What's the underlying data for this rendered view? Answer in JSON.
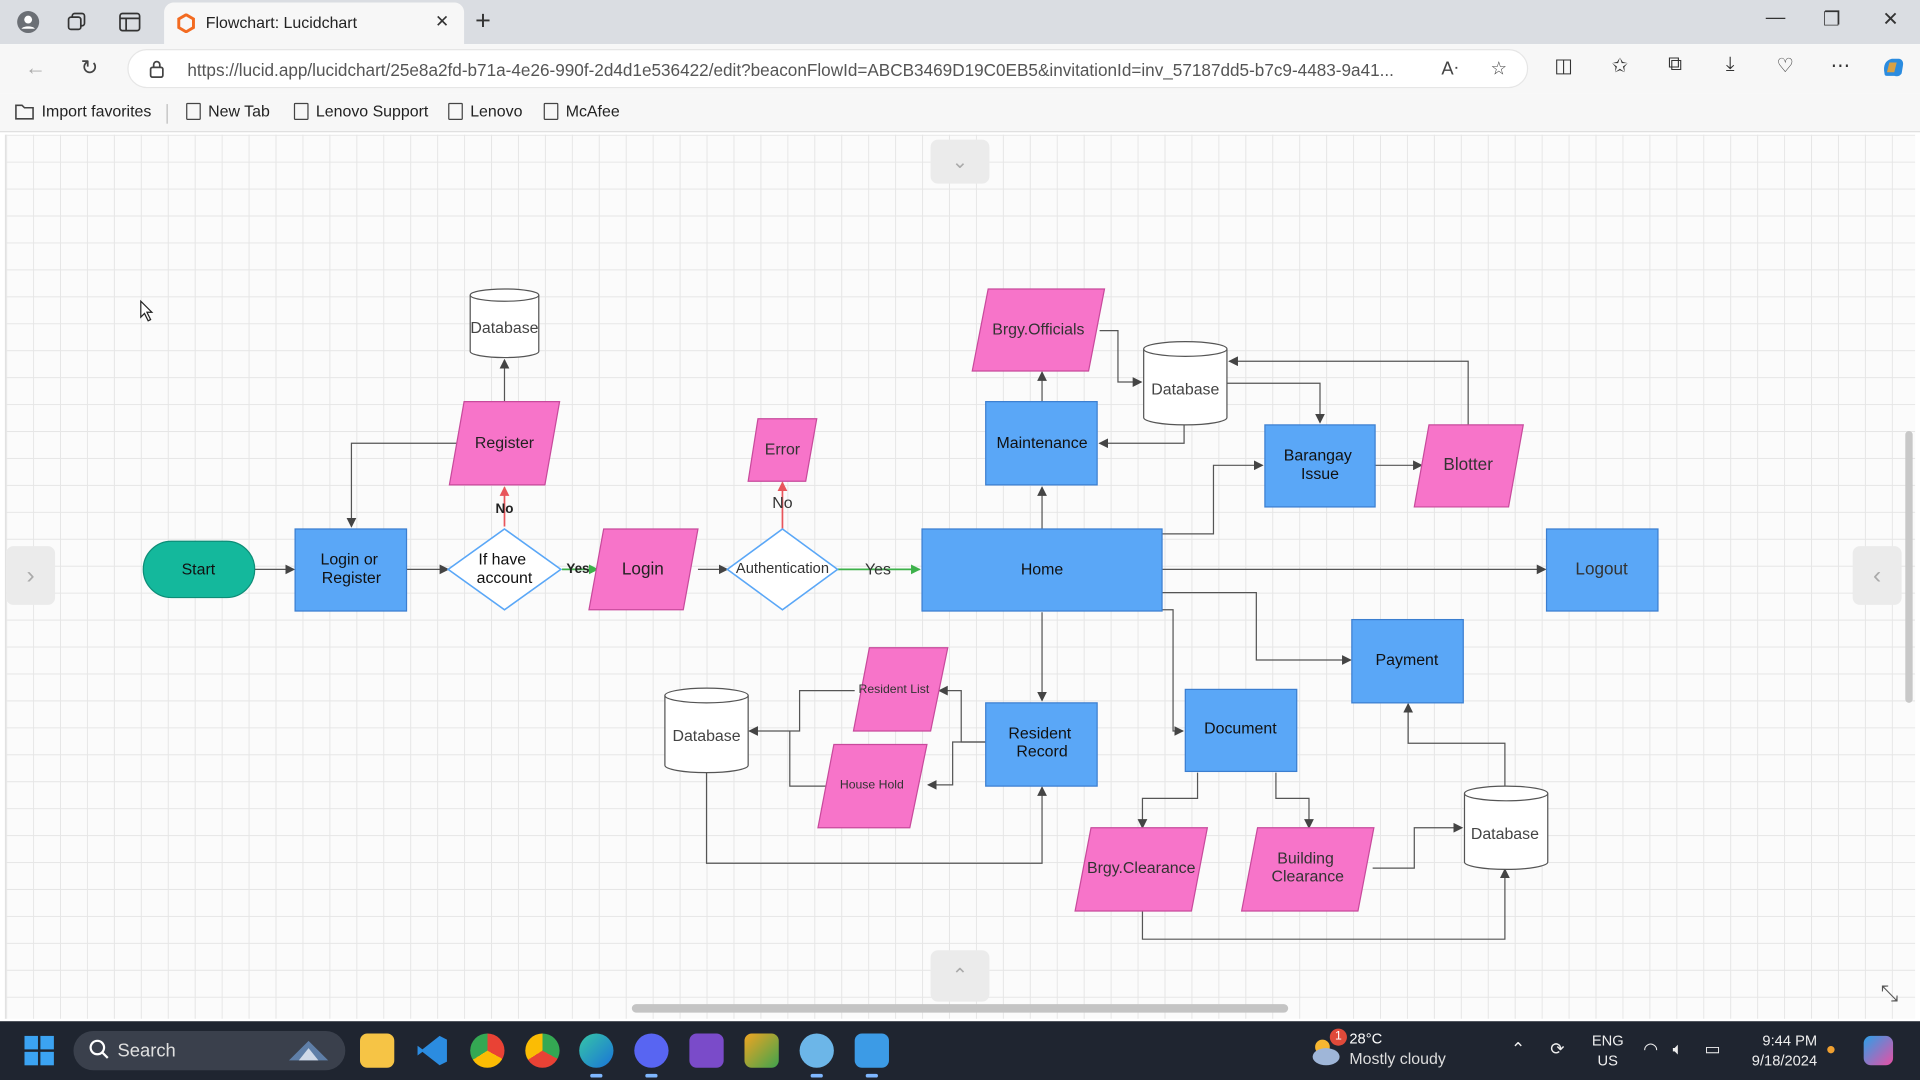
{
  "browser": {
    "tab_title": "Flowchart: Lucidchart",
    "url": "https://lucid.app/lucidchart/25e8a2fd-b71a-4e26-990f-2d4d1e536422/edit?beaconFlowId=ABCB3469D19C0EB5&invitationId=inv_57187dd5-b7c9-4483-9a41...",
    "bookmarks": [
      "Import favorites",
      "New Tab",
      "Lenovo Support",
      "Lenovo",
      "McAfee"
    ]
  },
  "colors": {
    "process": "#5aa7f7",
    "io": "#f774c9",
    "start": "#14b89c",
    "decision_border": "#5aa7f7",
    "no_arrow": "#e8555b",
    "yes_arrow": "#3db14a"
  },
  "flowchart": {
    "nodes": {
      "start": "Start",
      "login_register": "Login or\nRegister",
      "decision_account": "If have\naccount",
      "register": "Register",
      "db_register": "Database",
      "login": "Login",
      "authentication": "Authentication",
      "error": "Error",
      "home": "Home",
      "maintenance": "Maintenance",
      "brgy_officials": "Brgy.Officials",
      "db_officials": "Database",
      "barangay_issue": "Barangay\nIssue",
      "blotter": "Blotter",
      "logout": "Logout",
      "payment": "Payment",
      "document": "Document",
      "resident_record": "Resident\nRecord",
      "resident_list": "Resident List",
      "house_hold": "House Hold",
      "db_resident": "Database",
      "brgy_clearance": "Brgy.Clearance",
      "building_clearance": "Building\nClearance",
      "db_documents": "Database"
    },
    "edge_labels": {
      "decision_no": "No",
      "decision_yes": "Yes",
      "auth_no": "No",
      "auth_yes": "Yes"
    }
  },
  "taskbar": {
    "search": "Search",
    "weather_temp": "28°C",
    "weather_cond": "Mostly cloudy",
    "weather_badge": "1",
    "lang": "ENG",
    "region": "US",
    "time": "9:44 PM",
    "date": "9/18/2024",
    "apps": [
      "file-explorer",
      "vscode",
      "chrome",
      "chrome-profile",
      "edge",
      "discord",
      "visual-studio",
      "snipping-tool",
      "paint",
      "notepad"
    ]
  }
}
